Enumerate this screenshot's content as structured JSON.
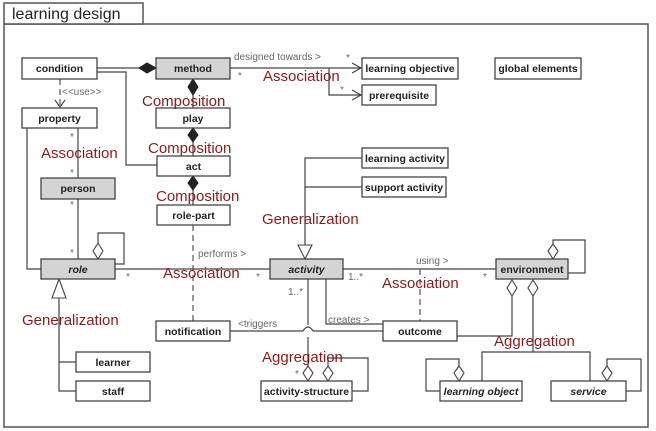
{
  "frame": {
    "title": "learning design"
  },
  "classes": {
    "condition": "condition",
    "method": "method",
    "learning_objective": "learning objective",
    "global_elements": "global elements",
    "prerequisite": "prerequisite",
    "property": "property",
    "play": "play",
    "act": "act",
    "person": "person",
    "role_part": "role-part",
    "learning_activity": "learning activity",
    "support_activity": "support activity",
    "role": "role",
    "activity": "activity",
    "environment": "environment",
    "notification": "notification",
    "outcome": "outcome",
    "learner": "learner",
    "staff": "staff",
    "activity_structure": "activity-structure",
    "learning_object": "learning object",
    "service": "service"
  },
  "edge_labels": {
    "designed_towards": "designed towards >",
    "use": "<<use>>",
    "performs": "performs >",
    "using": "using >",
    "creates": "creates >",
    "triggers": "<triggers",
    "star": "*",
    "one_many": "1..*"
  },
  "annotations": {
    "assoc_top": "Association",
    "comp_1": "Composition",
    "assoc_left": "Association",
    "comp_2": "Composition",
    "comp_3": "Composition",
    "gen_activity": "Generalization",
    "assoc_performs": "Association",
    "assoc_using": "Association",
    "gen_role": "Generalization",
    "aggr_structure": "Aggregation",
    "aggr_env": "Aggregation"
  },
  "colors": {
    "annotation": "#8b1a1a",
    "abstract_fill": "#d4d4d4"
  }
}
